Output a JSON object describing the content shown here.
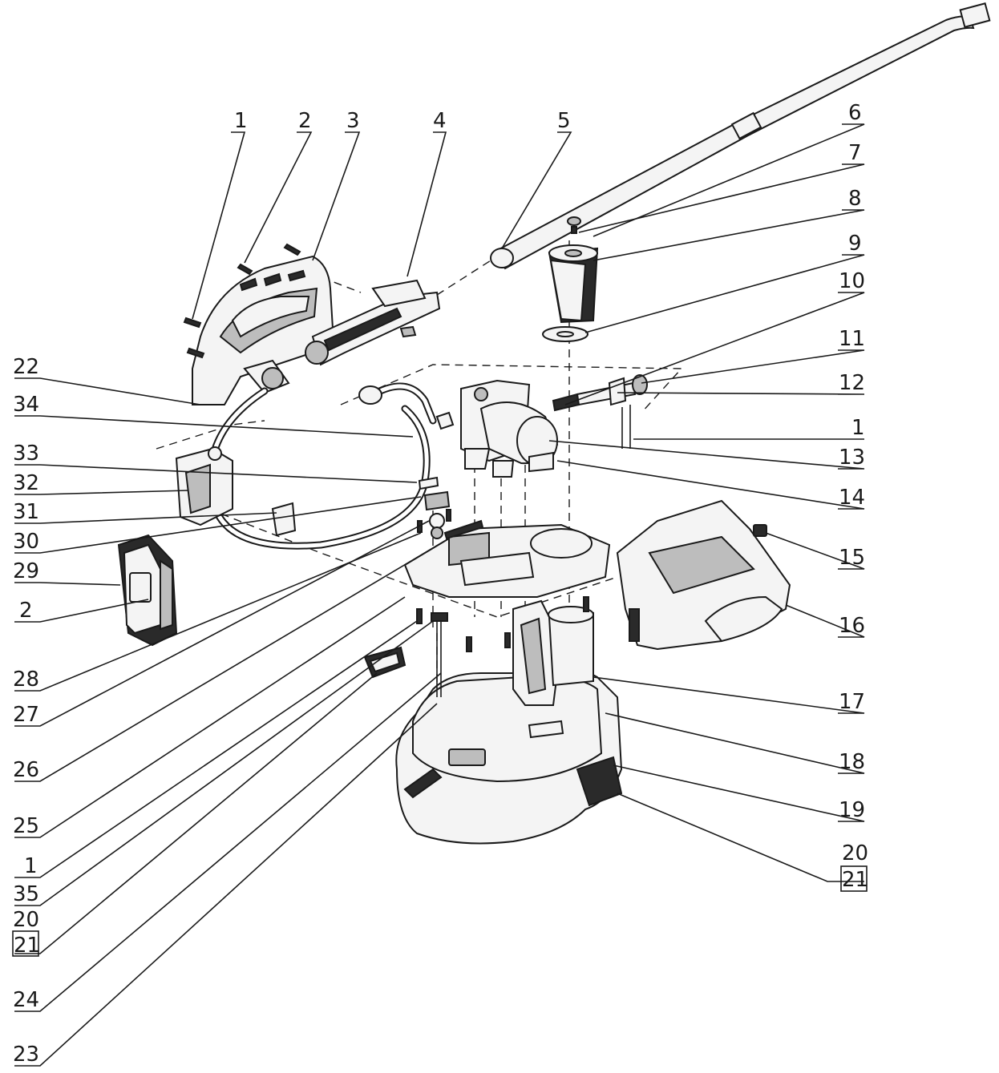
{
  "callouts": [
    {
      "id": "c-1-top",
      "text": "1"
    },
    {
      "id": "c-2-top",
      "text": "2"
    },
    {
      "id": "c-3",
      "text": "3"
    },
    {
      "id": "c-4",
      "text": "4"
    },
    {
      "id": "c-5",
      "text": "5"
    },
    {
      "id": "c-6",
      "text": "6"
    },
    {
      "id": "c-7",
      "text": "7"
    },
    {
      "id": "c-8",
      "text": "8"
    },
    {
      "id": "c-9",
      "text": "9"
    },
    {
      "id": "c-10",
      "text": "10"
    },
    {
      "id": "c-11",
      "text": "11"
    },
    {
      "id": "c-12",
      "text": "12"
    },
    {
      "id": "c-1-right",
      "text": "1"
    },
    {
      "id": "c-13",
      "text": "13"
    },
    {
      "id": "c-14",
      "text": "14"
    },
    {
      "id": "c-15",
      "text": "15"
    },
    {
      "id": "c-16",
      "text": "16"
    },
    {
      "id": "c-17",
      "text": "17"
    },
    {
      "id": "c-18",
      "text": "18"
    },
    {
      "id": "c-19",
      "text": "19"
    },
    {
      "id": "c-20-right",
      "text": "20"
    },
    {
      "id": "c-21-right",
      "text": "21"
    },
    {
      "id": "c-22",
      "text": "22"
    },
    {
      "id": "c-34",
      "text": "34"
    },
    {
      "id": "c-33",
      "text": "33"
    },
    {
      "id": "c-32",
      "text": "32"
    },
    {
      "id": "c-31",
      "text": "31"
    },
    {
      "id": "c-30",
      "text": "30"
    },
    {
      "id": "c-29",
      "text": "29"
    },
    {
      "id": "c-2-left",
      "text": "2"
    },
    {
      "id": "c-28",
      "text": "28"
    },
    {
      "id": "c-27",
      "text": "27"
    },
    {
      "id": "c-26",
      "text": "26"
    },
    {
      "id": "c-25",
      "text": "25"
    },
    {
      "id": "c-1-left",
      "text": "1"
    },
    {
      "id": "c-35",
      "text": "35"
    },
    {
      "id": "c-20-left",
      "text": "20"
    },
    {
      "id": "c-21-left",
      "text": "21"
    },
    {
      "id": "c-24",
      "text": "24"
    },
    {
      "id": "c-23",
      "text": "23"
    }
  ],
  "colors": {
    "line": "#1a1a1a",
    "background": "#ffffff"
  }
}
